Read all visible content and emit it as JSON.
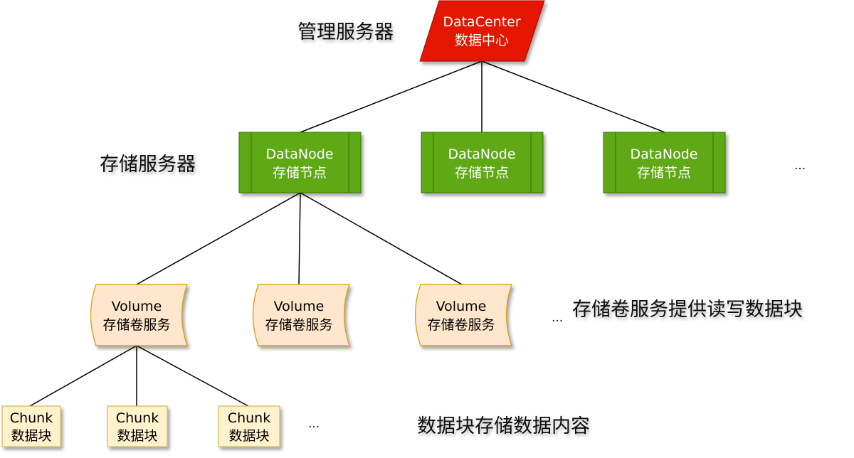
{
  "title": "DataCenter hierarchy",
  "colors": {
    "datacenter_fill": "#e51400",
    "datacenter_stroke": "#b20000",
    "datanode_fill": "#60a917",
    "datanode_stroke": "#2d7600",
    "volume_fill": "#ffe6cc",
    "volume_stroke": "#d79b00",
    "chunk_fill": "#fff2cc",
    "chunk_stroke": "#d6b656",
    "line": "#000000",
    "text_light": "#ffffff",
    "text_dark": "#000000"
  },
  "datacenter": {
    "line1": "DataCenter",
    "line2": "数据中心"
  },
  "datanodes": [
    {
      "line1": "DataNode",
      "line2": "存储节点"
    },
    {
      "line1": "DataNode",
      "line2": "存储节点"
    },
    {
      "line1": "DataNode",
      "line2": "存储节点"
    }
  ],
  "volumes": [
    {
      "line1": "Volume",
      "line2": "存储卷服务"
    },
    {
      "line1": "Volume",
      "line2": "存储卷服务"
    },
    {
      "line1": "Volume",
      "line2": "存储卷服务"
    }
  ],
  "chunks": [
    {
      "line1": "Chunk",
      "line2": "数据块"
    },
    {
      "line1": "Chunk",
      "line2": "数据块"
    },
    {
      "line1": "Chunk",
      "line2": "数据块"
    }
  ],
  "labels": {
    "management": "管理服务器",
    "storage": "存储服务器",
    "volume_desc": "存储卷服务提供读写数据块",
    "chunk_desc": "数据块存储数据内容"
  },
  "ellipsis": {
    "datanode": "...",
    "volume": "...",
    "chunk": "..."
  }
}
